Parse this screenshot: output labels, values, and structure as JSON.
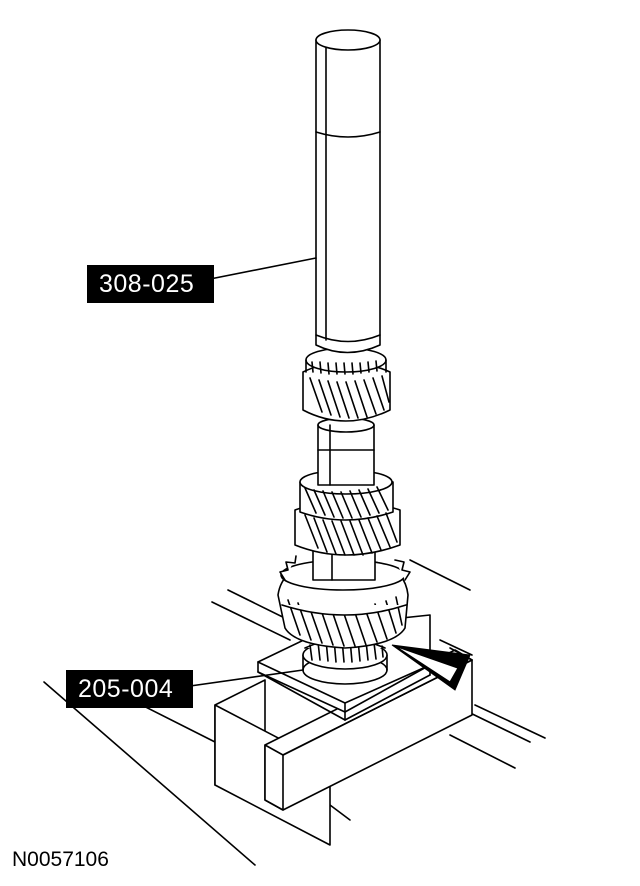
{
  "callouts": {
    "tool_top": "308-025",
    "tool_bottom": "205-004"
  },
  "figure_id": "N0057106",
  "colors": {
    "ink": "#000000",
    "paper": "#ffffff",
    "label_bg": "#000000",
    "label_text": "#ffffff"
  }
}
